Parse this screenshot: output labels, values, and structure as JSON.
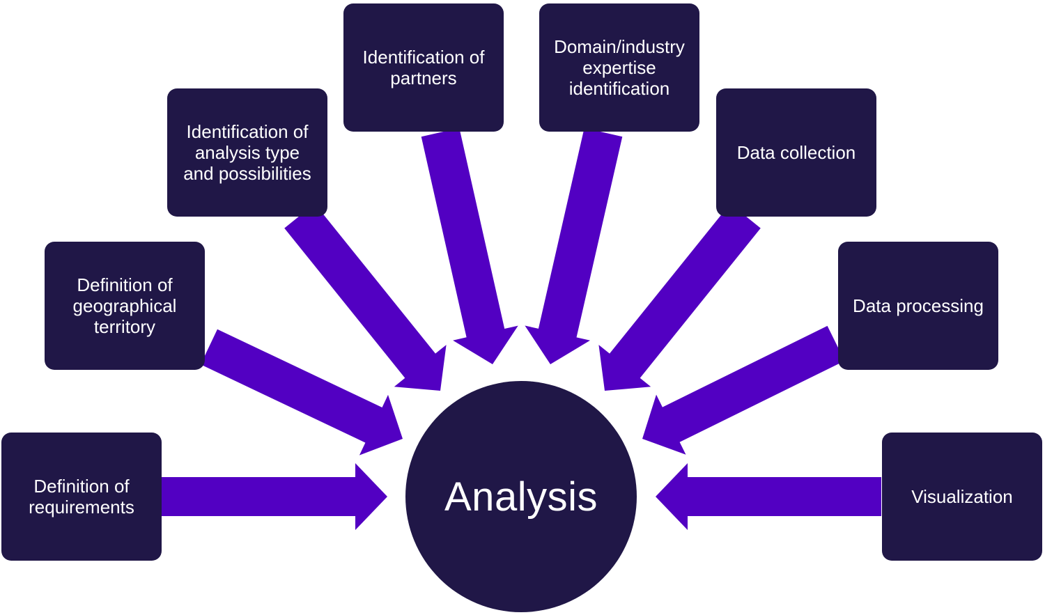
{
  "colors": {
    "box": "#201747",
    "arrow": "#5200c2",
    "text": "#ffffff",
    "background": "#ffffff"
  },
  "center": {
    "label": "Analysis"
  },
  "steps": [
    {
      "id": "requirements",
      "label": "Definition of\nrequirements"
    },
    {
      "id": "territory",
      "label": "Definition of\ngeographical\nterritory"
    },
    {
      "id": "analysis-type",
      "label": "Identification of\nanalysis type\nand possibilities"
    },
    {
      "id": "partners",
      "label": "Identification of\npartners"
    },
    {
      "id": "expertise",
      "label": "Domain/industry\nexpertise\nidentification"
    },
    {
      "id": "data-collection",
      "label": "Data collection"
    },
    {
      "id": "data-processing",
      "label": "Data processing"
    },
    {
      "id": "visualization",
      "label": "Visualization"
    }
  ]
}
